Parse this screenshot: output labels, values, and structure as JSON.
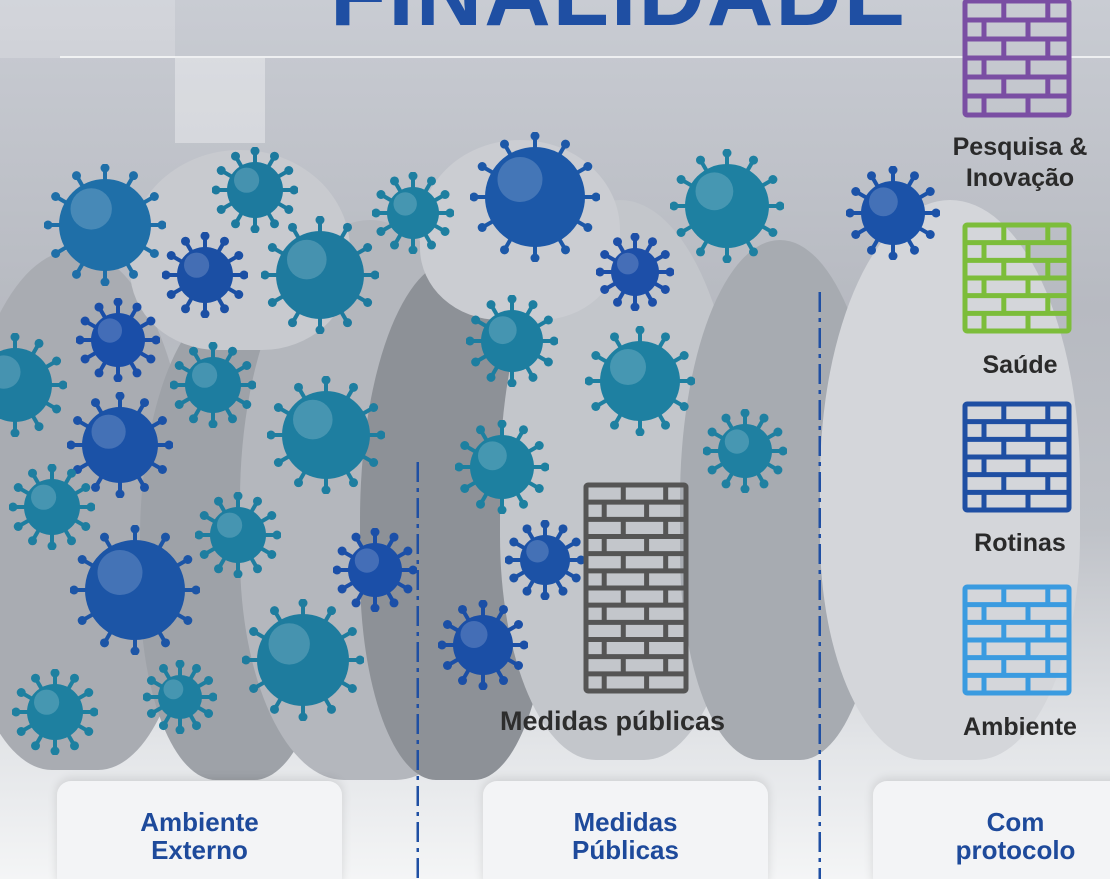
{
  "title": "FINALIDADE",
  "legend": [
    {
      "label": "Pesquisa & Inovação",
      "color": "#7a4ea3"
    },
    {
      "label": "Saúde",
      "color": "#7cbd3a"
    },
    {
      "label": "Rotinas",
      "color": "#1f4fa3"
    },
    {
      "label": "Ambiente",
      "color": "#3a9be0"
    }
  ],
  "wall_label": "Medidas públicas",
  "wall_color": "#555555",
  "cards": [
    {
      "label": "Ambiente\nExterno"
    },
    {
      "label": "Medidas\nPúblicas"
    },
    {
      "label": "Com\nprotocolo"
    }
  ],
  "accent": "#1f4fa3"
}
